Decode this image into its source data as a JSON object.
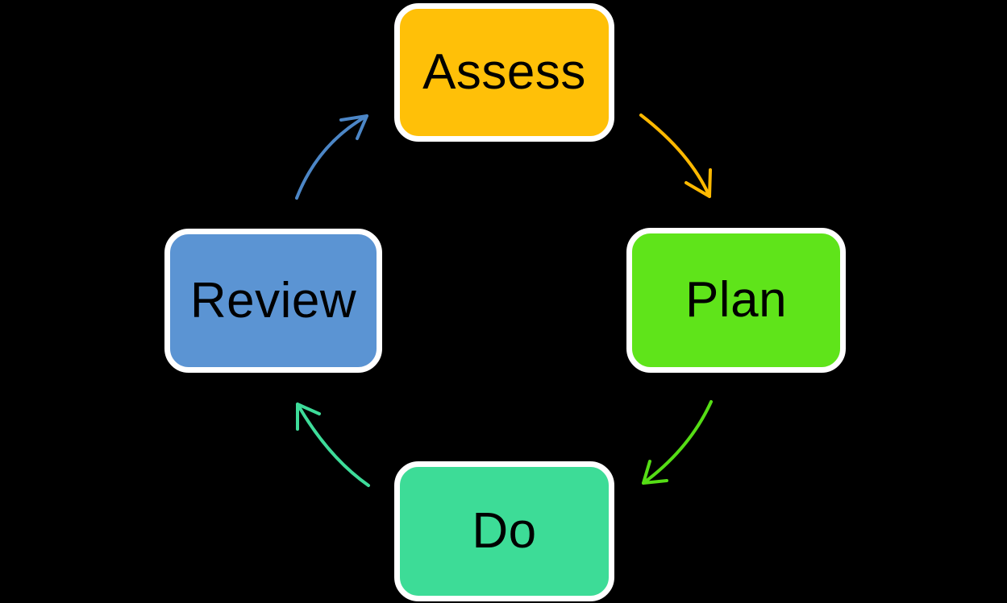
{
  "diagram": {
    "type": "cycle",
    "background_color": "#000000",
    "node_border_color": "#FFFFFF",
    "nodes": [
      {
        "id": "assess",
        "label": "Assess",
        "color": "#FFC008",
        "text_color": "#000000",
        "position": "top"
      },
      {
        "id": "plan",
        "label": "Plan",
        "color": "#5FE41A",
        "text_color": "#000000",
        "position": "right"
      },
      {
        "id": "do",
        "label": "Do",
        "color": "#3DDC97",
        "text_color": "#000000",
        "position": "bottom"
      },
      {
        "id": "review",
        "label": "Review",
        "color": "#5B94D3",
        "text_color": "#000000",
        "position": "left"
      }
    ],
    "edges": [
      {
        "from": "Assess",
        "to": "Plan",
        "color": "#FFB900",
        "style": "curved-open-arrow"
      },
      {
        "from": "Plan",
        "to": "Do",
        "color": "#55DD15",
        "style": "curved-open-arrow"
      },
      {
        "from": "Do",
        "to": "Review",
        "color": "#3EDC9A",
        "style": "curved-open-arrow"
      },
      {
        "from": "Review",
        "to": "Assess",
        "color": "#4C86C6",
        "style": "curved-open-arrow"
      }
    ]
  }
}
